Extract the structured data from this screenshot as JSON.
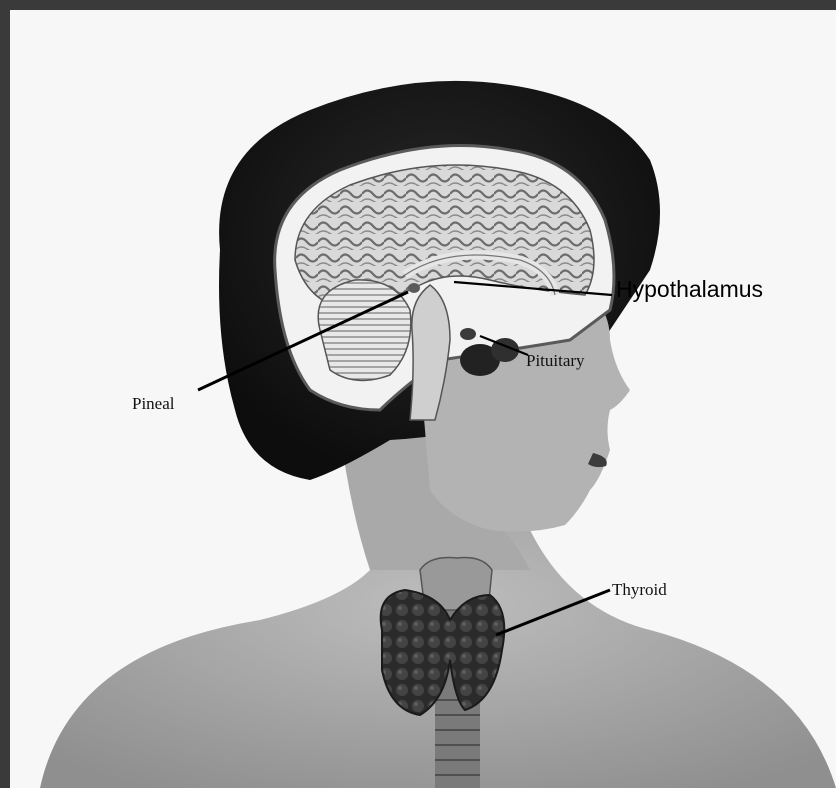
{
  "diagram": {
    "labels": {
      "hypothalamus": "Hypothalamus",
      "pituitary": "Pituitary",
      "pineal": "Pineal",
      "thyroid": "Thyroid"
    }
  }
}
